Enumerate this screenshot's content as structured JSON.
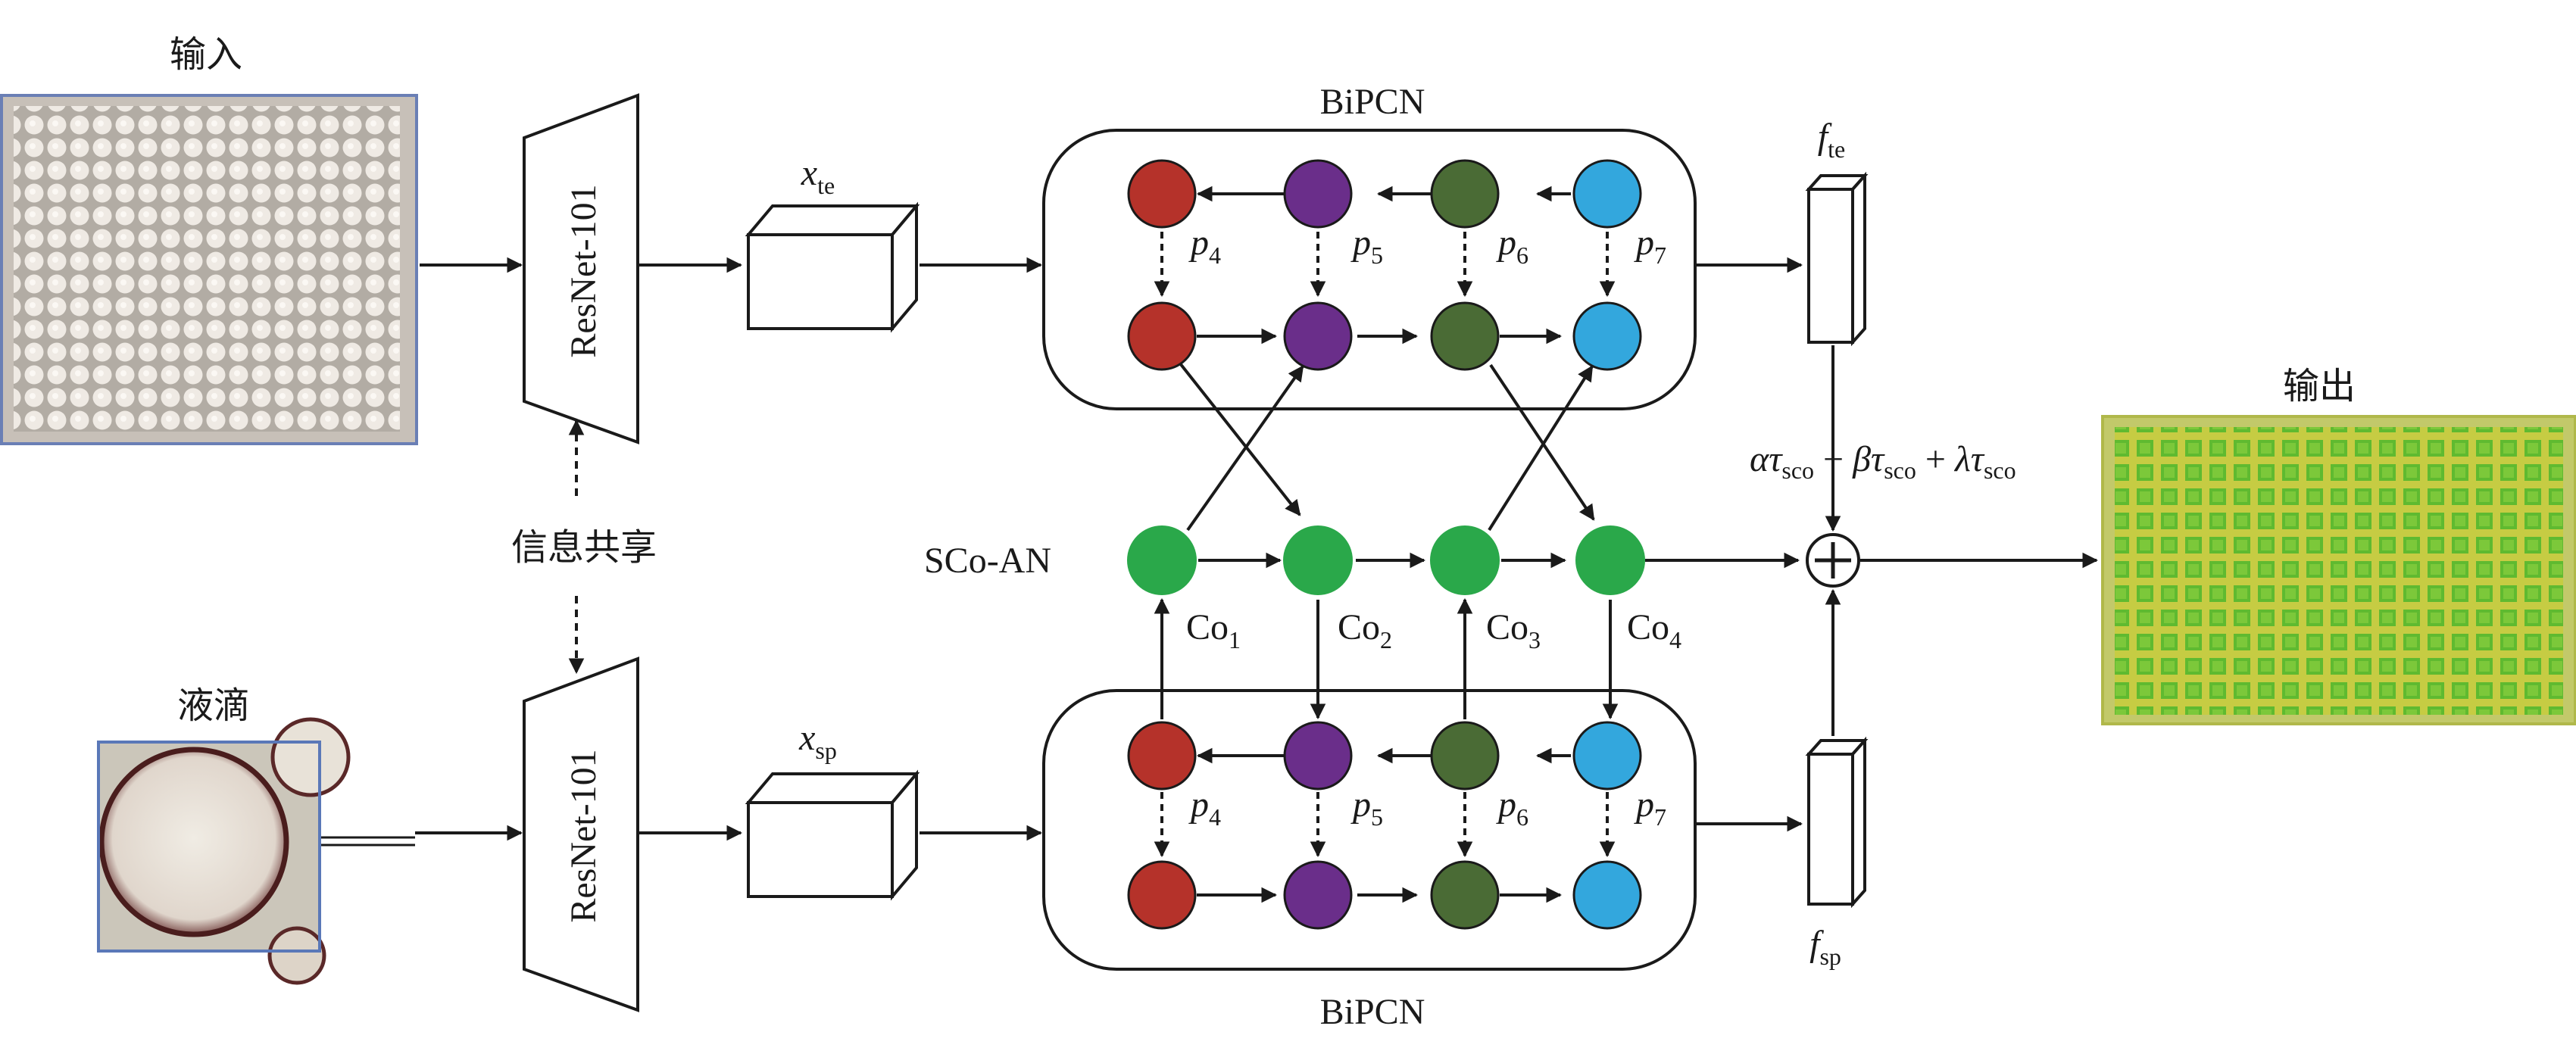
{
  "labels": {
    "input": "输入",
    "droplet": "液滴",
    "share": "信息共享",
    "output": "输出",
    "backbone": "ResNet-101",
    "bipcn": "BiPCN",
    "scoan": "SCo-AN"
  },
  "features": {
    "x_te": {
      "base": "x",
      "sub": "te"
    },
    "x_sp": {
      "base": "x",
      "sub": "sp"
    },
    "f_te": {
      "base": "f",
      "sub": "te"
    },
    "f_sp": {
      "base": "f",
      "sub": "sp"
    }
  },
  "pyramid_levels": [
    {
      "base": "p",
      "sub": "4"
    },
    {
      "base": "p",
      "sub": "5"
    },
    {
      "base": "p",
      "sub": "6"
    },
    {
      "base": "p",
      "sub": "7"
    }
  ],
  "coattention_nodes": [
    {
      "base": "Co",
      "sub": "1"
    },
    {
      "base": "Co",
      "sub": "2"
    },
    {
      "base": "Co",
      "sub": "3"
    },
    {
      "base": "Co",
      "sub": "4"
    }
  ],
  "fusion": {
    "symbol": "⊕",
    "formula": [
      {
        "text": "α",
        "italic": true
      },
      {
        "text": "τ",
        "italic": true
      },
      {
        "text": "sco",
        "sub": true
      },
      {
        "text": " + ",
        "italic": false
      },
      {
        "text": "β",
        "italic": true
      },
      {
        "text": "τ",
        "italic": true
      },
      {
        "text": "sco",
        "sub": true
      },
      {
        "text": " + ",
        "italic": false
      },
      {
        "text": "λ",
        "italic": true
      },
      {
        "text": "τ",
        "italic": true
      },
      {
        "text": "sco",
        "sub": true
      }
    ]
  },
  "node_colors": {
    "p4": "#b5322a",
    "p5": "#6a2e8a",
    "p6": "#4a6b35",
    "p7": "#33a7dd",
    "coattention": "#2aa84a",
    "output_mark": "#9acd32"
  }
}
